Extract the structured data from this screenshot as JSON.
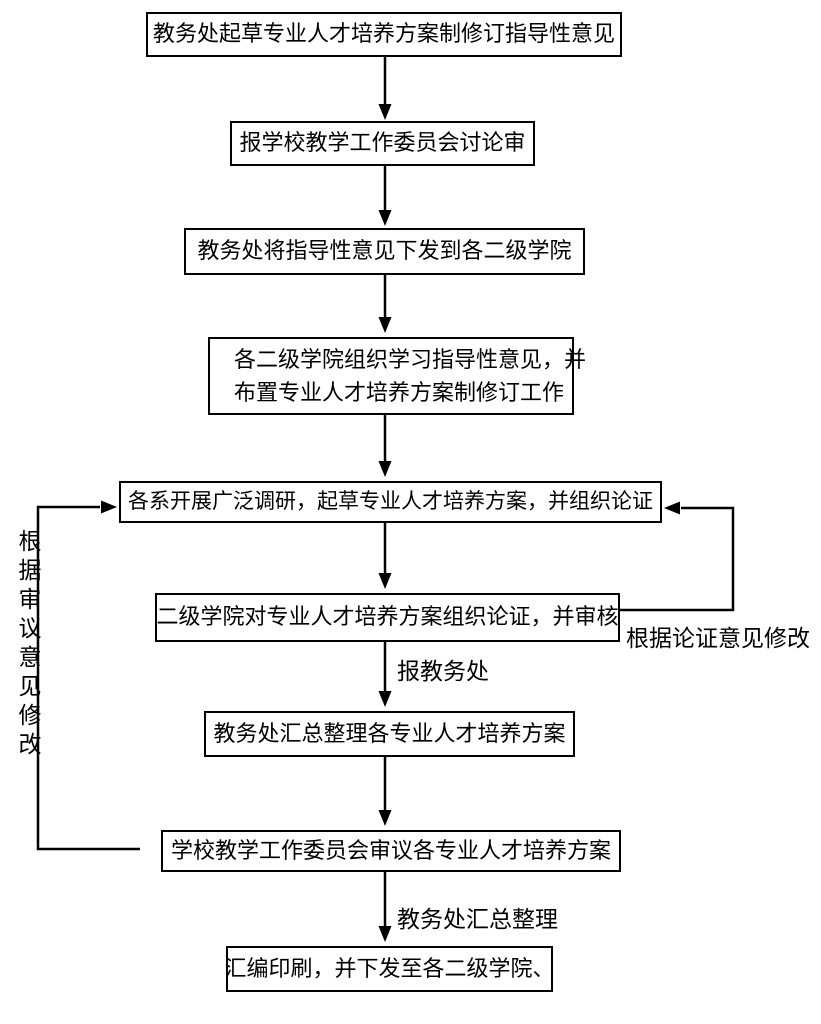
{
  "page": {
    "background_color": "#ffffff",
    "line_color": "#000000",
    "text_color": "#000000"
  },
  "flowchart": {
    "boxes": [
      {
        "label": "教务处起草专业人才培养方案制修订指导性意见"
      },
      {
        "label": "报学校教学工作委员会讨论审"
      },
      {
        "label": "教务处将指导性意见下发到各二级学院"
      },
      {
        "line1": "各二级学院组织学习指导性意见，并",
        "line2": "布置专业人才培养方案制修订工作"
      },
      {
        "label": "各系开展广泛调研，起草专业人才培养方案，并组织论证"
      },
      {
        "label": "二级学院对专业人才培养方案组织论证，并审核"
      },
      {
        "label": "教务处汇总整理各专业人才培养方案"
      },
      {
        "label": "学校教学工作委员会审议各专业人才培养方案"
      },
      {
        "label": "汇编印刷，并下发至各二级学院、"
      }
    ],
    "edge_labels": {
      "report_to_office": "报教务处",
      "office_compile": "教务处汇总整理",
      "revise_per_deliberation": "根据审议意见修改",
      "revise_per_discussion": "根据论证意见修改"
    }
  }
}
